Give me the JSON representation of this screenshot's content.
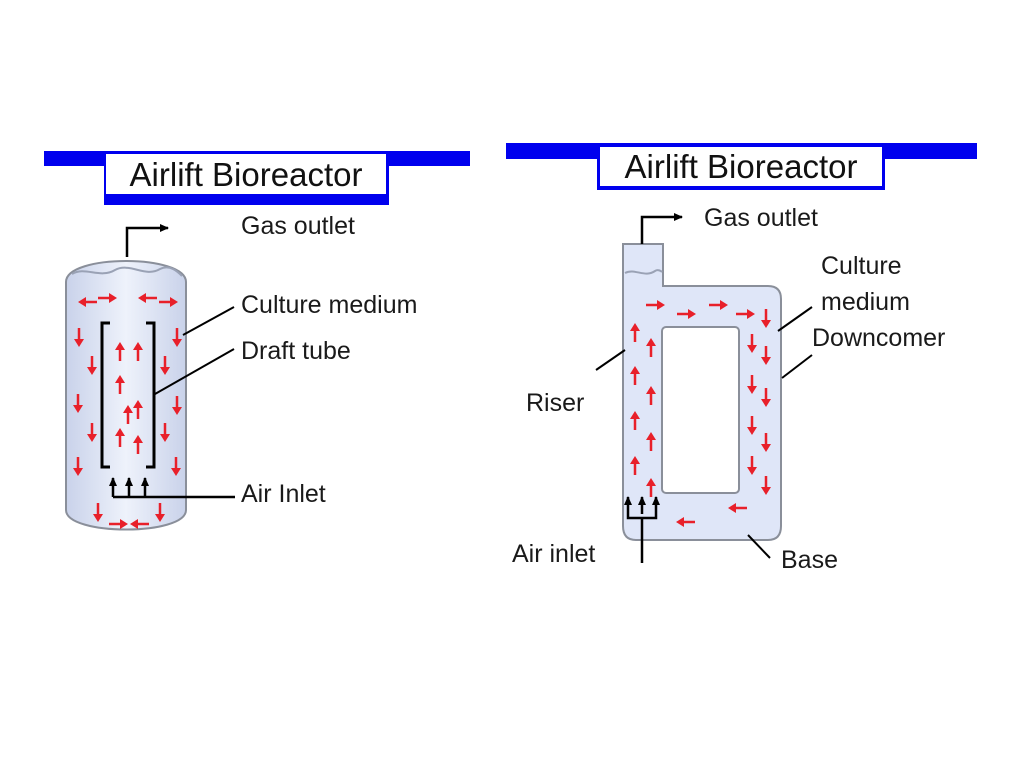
{
  "colors": {
    "title_band": "#0000ee",
    "title_box": "#ffffff",
    "vessel_fill": "#dfe6f8",
    "vessel_stroke": "#8a8f9a",
    "flow_arrow": "#e8202a",
    "leader": "#000000"
  },
  "left_diagram": {
    "title": "Airlift Bioreactor",
    "labels": {
      "gas_outlet": "Gas outlet",
      "culture_medium": "Culture medium",
      "draft_tube": "Draft tube",
      "air_inlet": "Air Inlet"
    }
  },
  "right_diagram": {
    "title": "Airlift Bioreactor",
    "labels": {
      "gas_outlet": "Gas outlet",
      "culture_medium_line1": "Culture",
      "culture_medium_line2": "medium",
      "downcomer": "Downcomer",
      "riser": "Riser",
      "air_inlet": "Air inlet",
      "base": "Base"
    }
  }
}
